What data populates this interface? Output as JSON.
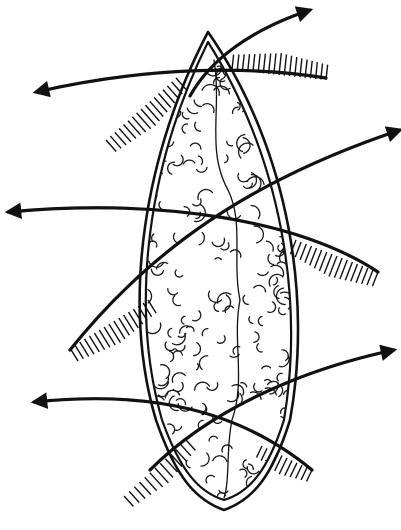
{
  "figure": {
    "title": "",
    "description_text": "",
    "colors": {
      "ink": "#111111",
      "background": "#ffffff"
    },
    "elements": {
      "graft_shape": "lens",
      "tissue_texture": "fibrous-curls",
      "crossing_arrows": 6,
      "hatched_wedges": 6
    }
  }
}
